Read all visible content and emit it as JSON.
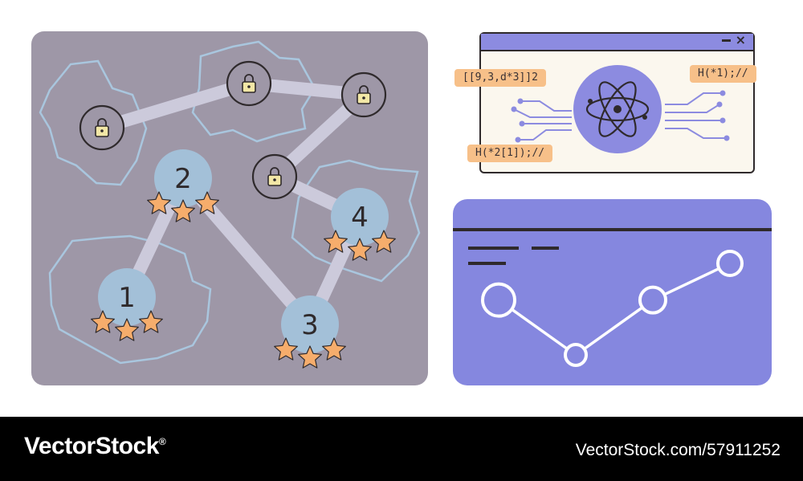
{
  "map": {
    "levels": [
      {
        "number": "1",
        "stars": 3
      },
      {
        "number": "2",
        "stars": 3
      },
      {
        "number": "3",
        "stars": 3
      },
      {
        "number": "4",
        "stars": 3
      }
    ],
    "locked_nodes": 4
  },
  "code_window": {
    "snippets": [
      "[[9,3,d*3]]2",
      "H(*1);//",
      "H(*2[1]);//"
    ],
    "icon": "atom-icon"
  },
  "line_chart": {
    "points": [
      {
        "value": 3
      },
      {
        "value": 0
      },
      {
        "value": 3
      },
      {
        "value": 5
      }
    ]
  },
  "footer": {
    "brand": "VectorStock",
    "brand_mark": "®",
    "image_id": "VectorStock.com/57911252"
  },
  "colors": {
    "map_bg": "#9e97a7",
    "level_node": "#a3c0d8",
    "star": "#f6ad6c",
    "window_bar": "#8c8be0",
    "code_tag": "#f7c089",
    "chart_bg": "#8587df"
  }
}
